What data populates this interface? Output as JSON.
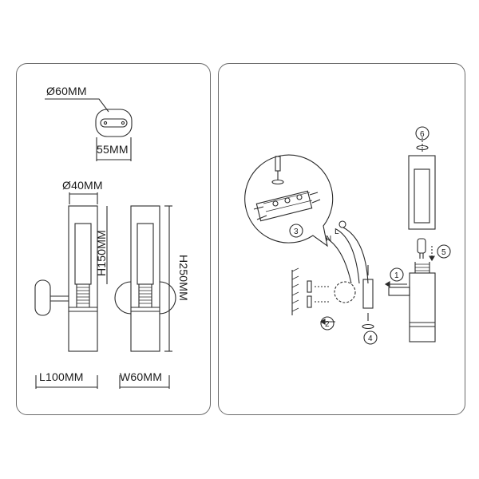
{
  "dimensions": {
    "canopy_diameter": "Ø60MM",
    "canopy_width": "55MM",
    "tube_diameter": "Ø40MM",
    "tube_height": "H150MM",
    "total_height": "H250MM",
    "length": "L100MM",
    "width": "W60MM"
  },
  "steps": {
    "s1": "1",
    "s2": "2",
    "s3": "3",
    "s4": "4",
    "s5": "5",
    "s6": "6"
  },
  "wire_labels": {
    "live": "L",
    "neutral": "N"
  },
  "colors": {
    "line": "#2a2a2a",
    "panel_border": "#6a6a6a"
  }
}
